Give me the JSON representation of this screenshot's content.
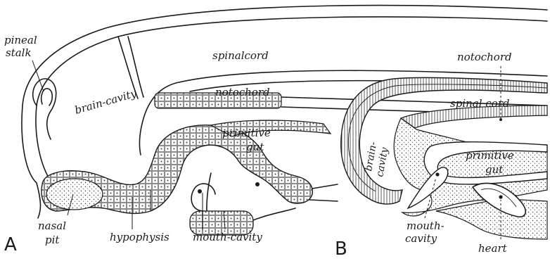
{
  "panel_a": {
    "letter": "A",
    "labels": {
      "pineal_stalk_1": "pineal",
      "pineal_stalk_2": "stalk",
      "spinal_cord": "spinalcord",
      "brain_cavity": "brain-cavity",
      "notochord": "notochord",
      "primitive_gut_1": "primitive",
      "primitive_gut_2": "gut",
      "nasal_pit_1": "nasal",
      "nasal_pit_2": "pit",
      "hypophysis": "hypophysis",
      "mouth_cavity": "mouth-cavity"
    }
  },
  "panel_b": {
    "letter": "B",
    "labels": {
      "notochord": "notochord",
      "spinal_cord": "spinal cord",
      "brain_cavity_1": "brain-",
      "brain_cavity_2": "cavity",
      "primitive_gut_1": "primitive",
      "primitive_gut_2": "gut",
      "mouth_cavity_1": "mouth-",
      "mouth_cavity_2": "cavity",
      "heart": "heart"
    }
  }
}
